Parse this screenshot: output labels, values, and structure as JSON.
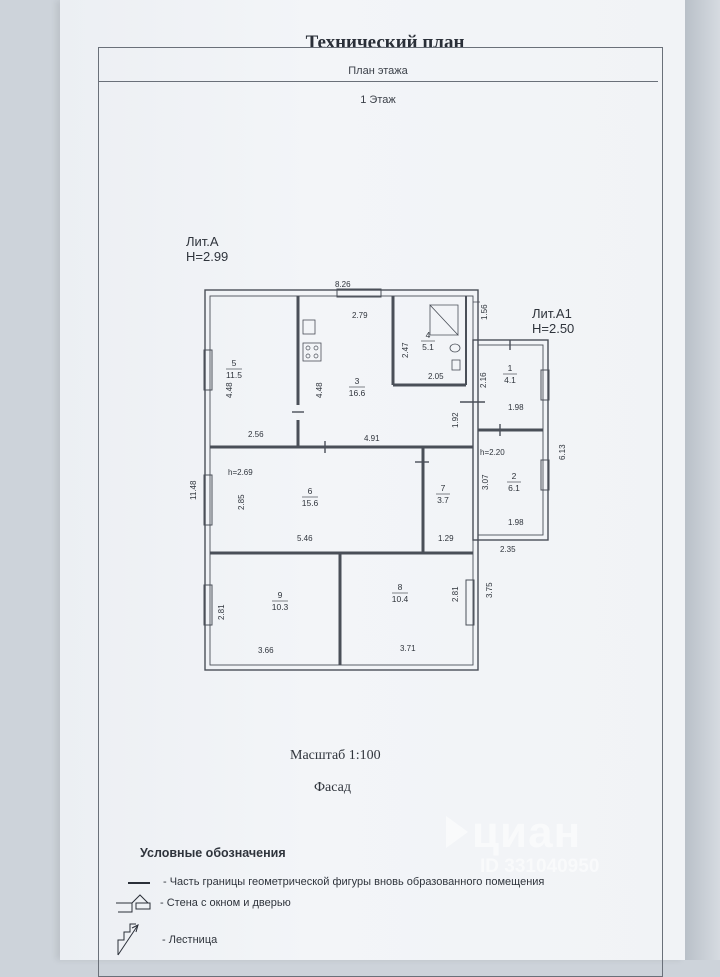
{
  "document": {
    "title": "Технический план",
    "plan_header": "План этажа",
    "floor_label": "1 Этаж"
  },
  "plan": {
    "lit_a": {
      "name": "Лит.А",
      "height": "H=2.99"
    },
    "lit_a1": {
      "name": "Лит.А1",
      "height": "H=2.50"
    },
    "overall_dims": {
      "top": "8.26",
      "left": "11.48",
      "right_a1": "6.13",
      "a1_top": "1.56",
      "bottom_a1": "2.35",
      "right_lower": "3.75"
    },
    "ceiling_notes": {
      "room6": "h=2.69",
      "room2": "h=2.20"
    },
    "rooms": [
      {
        "num": "1",
        "area": "4.1",
        "dims": [
          "2.16",
          "1.98"
        ]
      },
      {
        "num": "2",
        "area": "6.1",
        "dims": [
          "3.07",
          "1.98"
        ]
      },
      {
        "num": "3",
        "area": "16.6",
        "dims": [
          "2.79",
          "4.48",
          "4.91",
          "1.92"
        ]
      },
      {
        "num": "4",
        "area": "5.1",
        "dims": [
          "2.47",
          "2.05"
        ]
      },
      {
        "num": "5",
        "area": "11.5",
        "dims": [
          "4.48",
          "2.56"
        ]
      },
      {
        "num": "6",
        "area": "15.6",
        "dims": [
          "2.85",
          "5.46"
        ]
      },
      {
        "num": "7",
        "area": "3.7",
        "dims": [
          "1.29"
        ]
      },
      {
        "num": "8",
        "area": "10.4",
        "dims": [
          "2.81",
          "3.71"
        ]
      },
      {
        "num": "9",
        "area": "10.3",
        "dims": [
          "2.81",
          "3.66"
        ]
      }
    ]
  },
  "footer": {
    "scale": "Масштаб 1:100",
    "facade": "Фасад",
    "legend_title": "Условные обозначения",
    "legend": [
      "- Часть границы геометрической фигуры вновь образованного помещения",
      "- Стена с окном и дверью",
      "- Лестница"
    ]
  },
  "watermark": {
    "brand": "циан",
    "id": "ID 331040950"
  },
  "colors": {
    "line": "#4a4f58",
    "text": "#2f343c",
    "paper": "#f1f3f6"
  }
}
